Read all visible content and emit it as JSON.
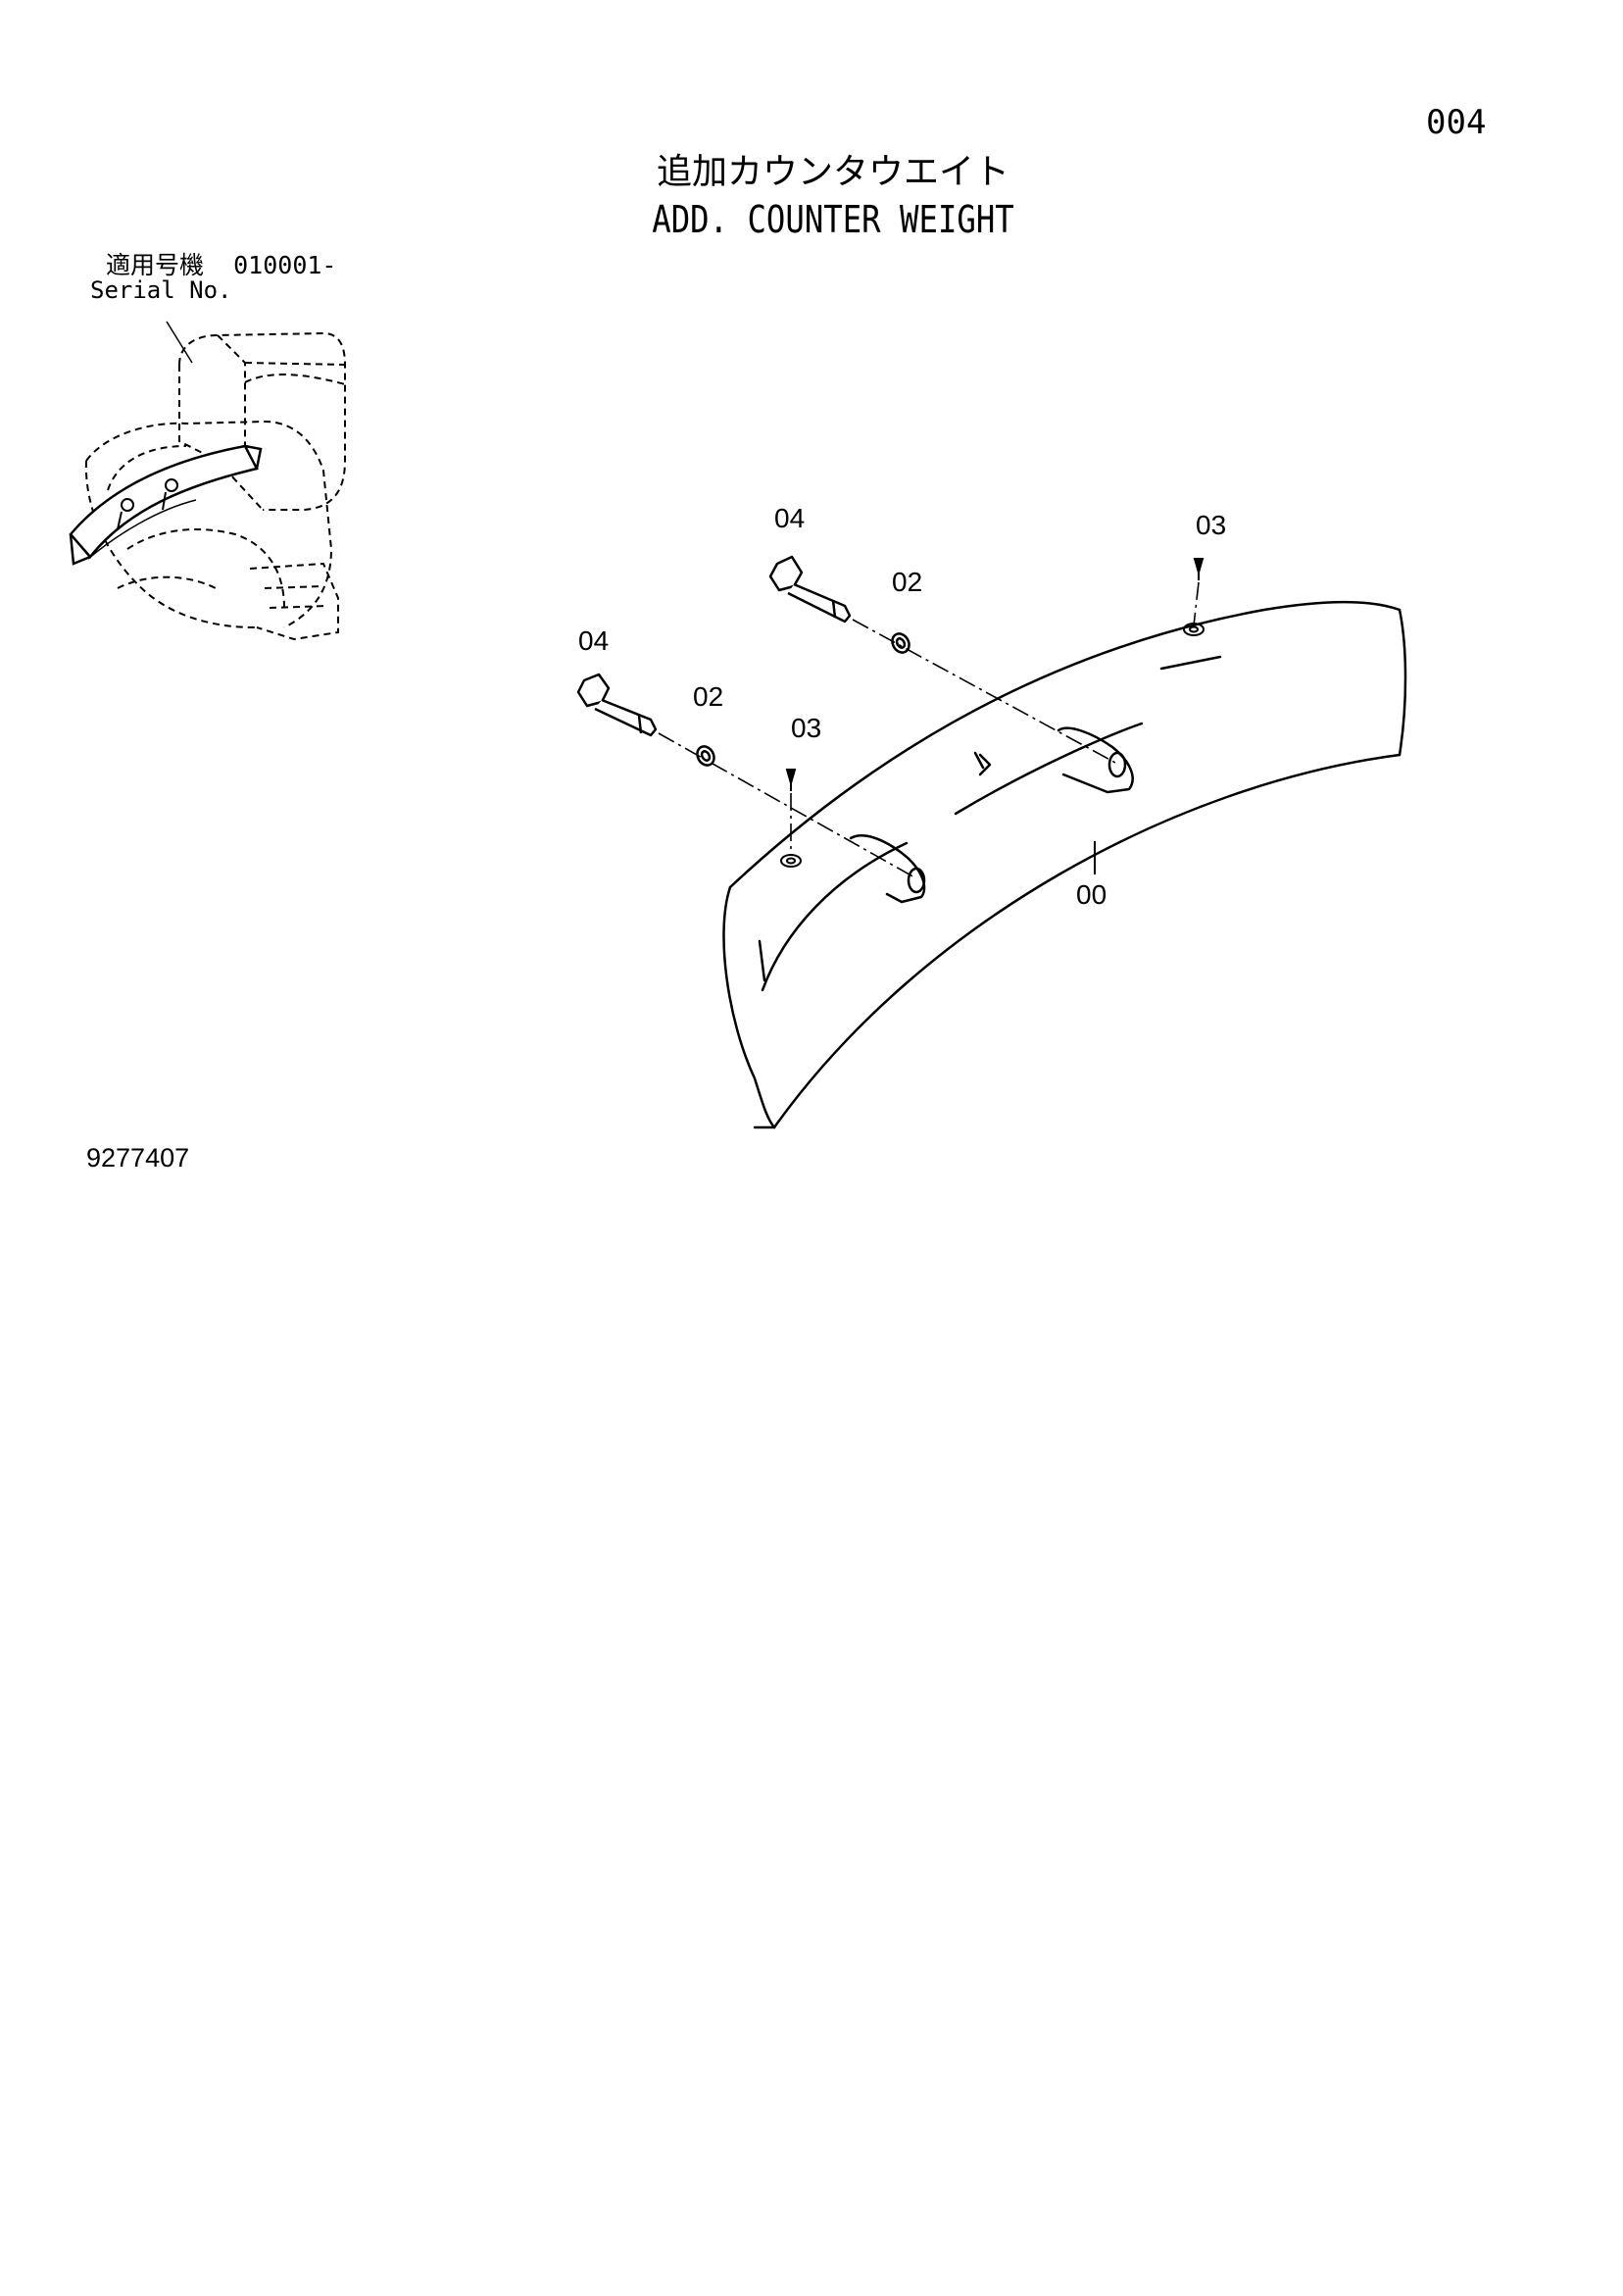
{
  "header": {
    "page_number": "004",
    "title_jp": "追加カウンタウエイト",
    "title_en": "ADD. COUNTER WEIGHT"
  },
  "serial": {
    "label_jp": "適用号機",
    "range": "010001-",
    "label_en": "Serial No."
  },
  "callouts": [
    "04",
    "02",
    "03",
    "04",
    "02",
    "03",
    "00"
  ],
  "footer": {
    "drawing_number": "9277407"
  }
}
